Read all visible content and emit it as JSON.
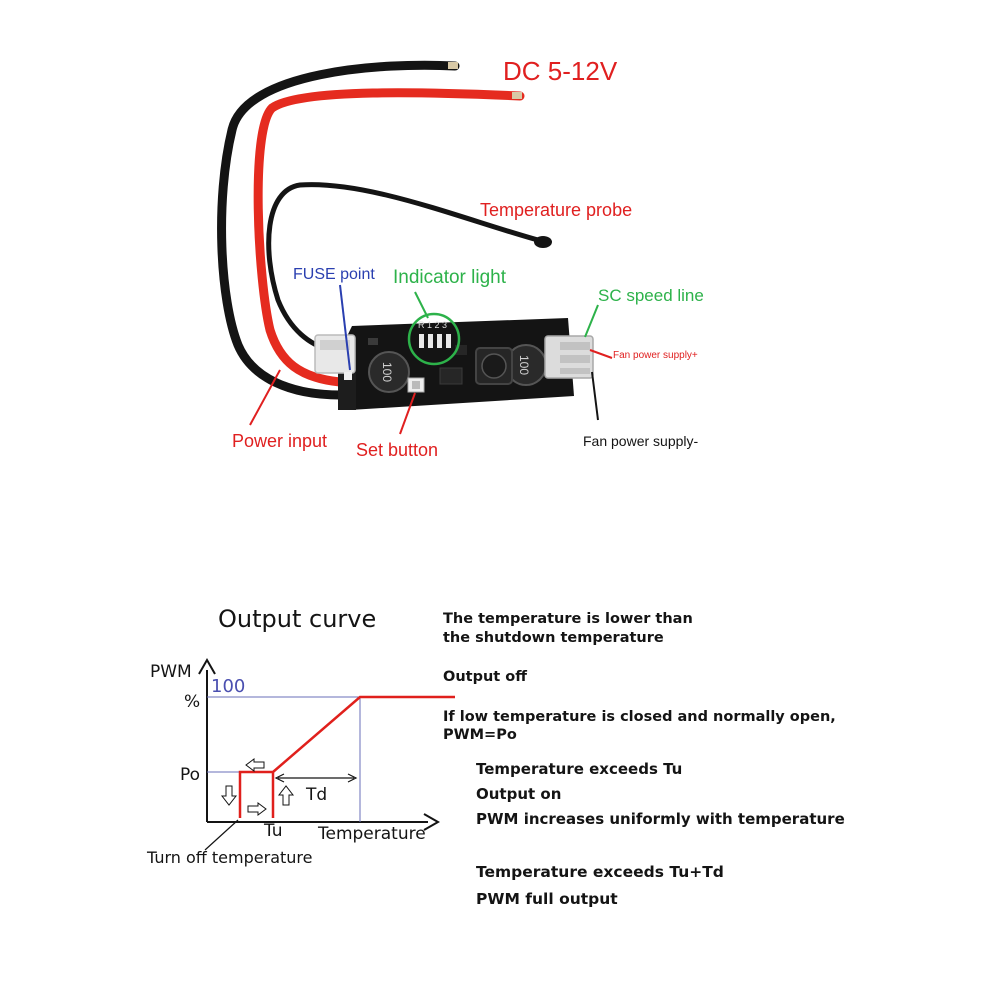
{
  "top": {
    "dc_label": "DC 5-12V",
    "labels": {
      "temperature_probe": "Temperature probe",
      "fuse_point": "FUSE point",
      "indicator_light": "Indicator light",
      "sc_speed_line": "SC speed line",
      "fan_power_plus": "Fan power supply+",
      "power_input": "Power input",
      "set_button": "Set button",
      "fan_power_minus": "Fan power supply-"
    },
    "board": {
      "led_marks": "R 1 2 3",
      "cap_mark": "100"
    },
    "colors": {
      "red_label": "#e02020",
      "blue_label": "#2a3fb0",
      "green_label": "#2db24a",
      "board": "#141414",
      "wire_red": "#e52b1f",
      "wire_black": "#141414"
    }
  },
  "curve": {
    "title": "Output curve",
    "y_axis_label": "PWM",
    "x_axis_label": "Temperature",
    "level_100": "100",
    "percent": "%",
    "po": "Po",
    "tu": "Tu",
    "td": "Td",
    "turn_off": "Turn off temperature",
    "colors": {
      "curve": "#e0201c",
      "guide": "#6a6fb8",
      "level_100": "#4a4fb0"
    }
  },
  "notes": {
    "line1": "The temperature is lower than",
    "line2": "the shutdown temperature",
    "line3": "Output off",
    "line4": "If low temperature is closed and normally open,",
    "line5": "PWM=Po",
    "line6": "Temperature exceeds Tu",
    "line7": "Output on",
    "line8": "PWM increases uniformly with temperature",
    "line9": "Temperature exceeds Tu+Td",
    "line10": "PWM full output"
  }
}
